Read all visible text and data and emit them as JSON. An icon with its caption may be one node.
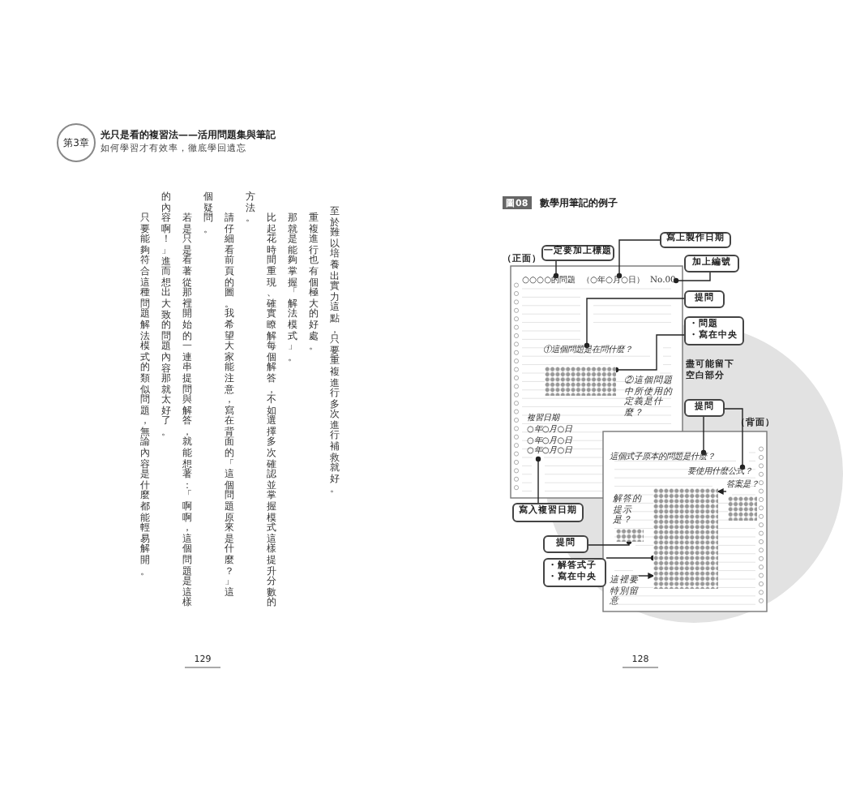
{
  "diagram": {
    "title": "數學用筆記的例子",
    "nodes": [
      {
        "text": [
          "一定要加上標題"
        ]
      },
      {
        "text": [
          "寫上製作日期"
        ]
      },
      {
        "text": [
          "加上編號"
        ]
      },
      {
        "text": [
          "○○○○的問題"
        ]
      },
      {
        "text": [
          "（○年○月○日）"
        ]
      },
      {
        "text": [
          "No.00"
        ]
      },
      {
        "text": [
          "提問"
        ]
      },
      {
        "text": [
          "・問題",
          "・寫在中央"
        ]
      },
      {
        "text": [
          "①這個問題是在問什麼？"
        ]
      },
      {
        "text": [
          "提問"
        ]
      },
      {
        "text": [
          "這個式子原本的問題是什麼？"
        ]
      },
      {
        "text": [
          "要使用什麼公式？"
        ]
      },
      {
        "text": [
          "複習日期",
          "○年○月○日",
          "○年○月○日",
          "○年○月○日"
        ]
      },
      {
        "text": [
          "寫入複習日期"
        ]
      },
      {
        "text": [
          "解答的提示是？"
        ]
      },
      {
        "text": [
          "提問"
        ]
      },
      {
        "text": [
          "・解答式子",
          "・寫在中央"
        ]
      },
      {
        "text": [
          "這裡要特別留意"
        ]
      },
      {
        "text": [
          "答案是？"
        ]
      },
      {
        "text": [],
        "shape": "box"
      },
      {
        "text": [],
        "shape": "box"
      },
      {
        "text": [],
        "shape": "box"
      },
      {
        "text": [],
        "shape": "box"
      }
    ],
    "edges": [
      {
        "from": 0,
        "to": 3,
        "arrow": "other"
      },
      {
        "from": 1,
        "to": 4,
        "arrow": "other"
      },
      {
        "from": 2,
        "to": 5,
        "arrow": "other"
      },
      {
        "from": 6,
        "to": 8,
        "arrow": "other"
      },
      {
        "from": 7,
        "to": 19,
        "arrow": "other"
      },
      {
        "from": 9,
        "to": 10,
        "arrow": "other"
      },
      {
        "from": 9,
        "to": 11,
        "arrow": "other"
      },
      {
        "from": 13,
        "to": 12,
        "arrow": "other"
      },
      {
        "from": 15,
        "to": 22,
        "arrow": "other"
      },
      {
        "from": 16,
        "to": 20,
        "arrow": "other"
      },
      {
        "from": 17,
        "to": 20,
        "arrow": "to"
      },
      {
        "from": 18,
        "to": 20,
        "arrow": "to"
      }
    ],
    "labels": [
      "第3章",
      "光只是看的複習法——活用問題集與筆記",
      "如何學習才有效率，徹底學回遺忘",
      "至於難以培養出實力這點，只要重複進行多次進行補救就好。",
      "重複進行也有個極大的好處。",
      "那就是能夠掌握「解法模式」。",
      "比起花時間重現、確實瞭解每個解答，不如選擇多次確認並掌握模式這樣提升分數的",
      "方法。",
      "請仔細看前頁的圖。我希望大家能注意，寫在背面的「這個問題原來是什麼？」這",
      "個疑問。",
      "若是只是看著從那裡開始的一連串提問與解答，就能想著：「啊啊，這個問題是這樣",
      "的內容啊！」進而想出大致的問題內容那就太好了。",
      "只要能夠符合這種問題解法模式的類似問題，無論內容是什麼都能輕易解開。",
      "129",
      "圖08",
      "（正面）",
      "②這個問題中所使用的定義是什麼？",
      "盡可能留下空白部分",
      "（背面）",
      "128"
    ]
  }
}
